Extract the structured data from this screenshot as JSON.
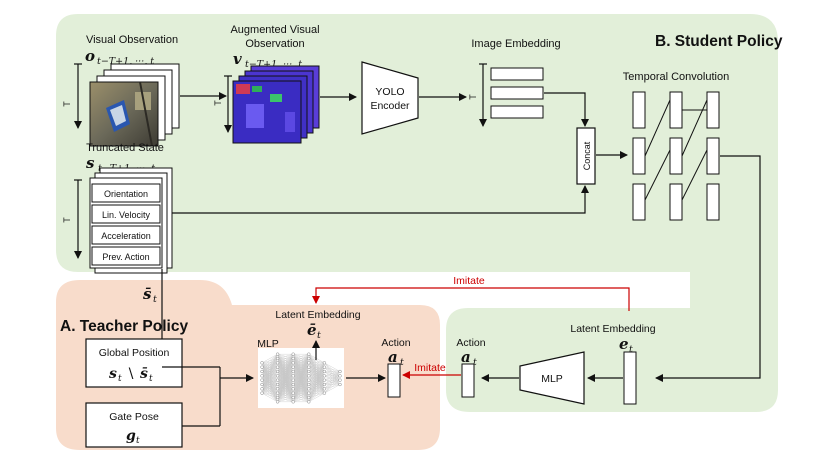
{
  "sections": {
    "student": "B. Student Policy",
    "teacher": "A. Teacher Policy"
  },
  "labels": {
    "visual_observation": "Visual Observation",
    "augmented_line1": "Augmented Visual",
    "augmented_line2": "Observation",
    "image_embedding": "Image Embedding",
    "temporal_convolution": "Temporal Convolution",
    "truncated_state": "Truncated State",
    "yolo_line1": "YOLO",
    "yolo_line2": "Encoder",
    "concat": "Concat",
    "time_axis": "T",
    "latent_embedding_student": "Latent Embedding",
    "latent_embedding_teacher": "Latent Embedding",
    "mlp_student": "MLP",
    "mlp_teacher": "MLP",
    "action_student": "Action",
    "action_teacher": "Action",
    "imitate_top": "Imitate",
    "imitate_bottom": "Imitate",
    "global_position": "Global Position",
    "gate_pose": "Gate Pose"
  },
  "state_items": [
    "Orientation",
    "Lin. Velocity",
    "Acceleration",
    "Prev. Action"
  ],
  "math": {
    "o_main": "o",
    "o_sub": "t−T+1, ···, t",
    "v_main": "v",
    "v_sub": "t−T+1, ···, t",
    "s_main": "s",
    "s_sub": "t−T+1, ···, t",
    "sbar_main": "s̄",
    "sbar_sub": "t",
    "e_student_main": "e",
    "e_student_sub": "t",
    "ebar_teacher_main": "ē",
    "ebar_teacher_sub": "t",
    "a_student_main": "a",
    "a_student_sub": "t",
    "a_teacher_main": "a",
    "a_teacher_sub": "t",
    "global_main": "s",
    "global_sub": "t",
    "global_sep": "∖",
    "global_bar_main": "s̄",
    "global_bar_sub": "t",
    "g_main": "g",
    "g_sub": "t"
  },
  "colors": {
    "student_bg": "#e2efd9",
    "teacher_bg": "#f8dccb",
    "imitate": "#cc0000",
    "stroke": "#111111"
  }
}
